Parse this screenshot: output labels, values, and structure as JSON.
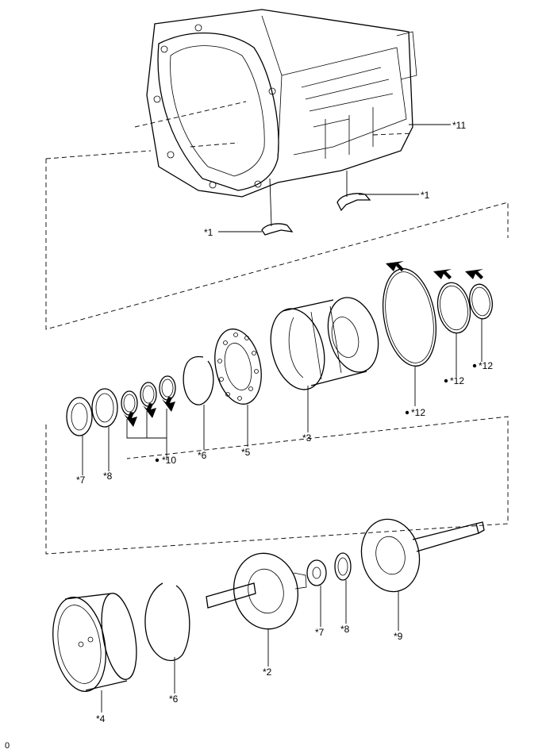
{
  "labels": {
    "c11": "*11",
    "c1a": "*1",
    "c1b": "*1",
    "c12a": "*12",
    "c12b": "*12",
    "c12c": "*12",
    "c3": "*3",
    "c5": "*5",
    "c6a": "*6",
    "c10": "*10",
    "c8a": "*8",
    "c7a": "*7",
    "c7b": "*7",
    "c8b": "*8",
    "c9": "*9",
    "c2": "*2",
    "c6b": "*6",
    "c4": "*4"
  },
  "corner_mark": "0"
}
